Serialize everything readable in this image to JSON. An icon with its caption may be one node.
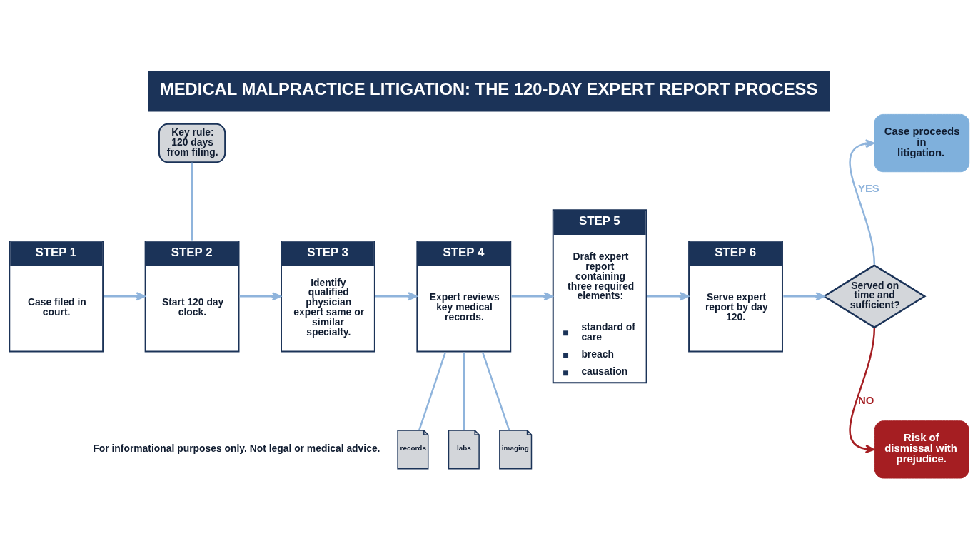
{
  "diagram": {
    "title": "MEDICAL MALPRACTICE LITIGATION: THE 120-DAY EXPERT REPORT PROCESS",
    "caption": "For informational purposes only. Not legal or medical advice.",
    "nodes": [
      {
        "text": [
          "Key rule:",
          "120 days from filing."
        ]
      },
      {
        "text": [
          "STEP 1",
          "Case filed in court."
        ]
      },
      {
        "text": [
          "STEP 2",
          "Start 120 day clock."
        ]
      },
      {
        "text": [
          "STEP 3",
          "Identify qualified physician expert same or similar specialty."
        ]
      },
      {
        "text": [
          "STEP 4",
          "Expert reviews key medical records."
        ]
      },
      {
        "text": [
          "records"
        ]
      },
      {
        "text": [
          "labs"
        ]
      },
      {
        "text": [
          "imaging"
        ]
      },
      {
        "text": [
          "STEP 5",
          "Draft expert report containing three required elements:",
          "standard of care",
          "breach",
          "causation"
        ]
      },
      {
        "text": [
          "STEP 6",
          "Serve expert report by day 120."
        ]
      },
      {
        "text": [
          "Served on time and sufficient?"
        ]
      },
      {
        "text": [
          "Case proceeds in litigation."
        ]
      },
      {
        "text": [
          "Risk of dismissal with prejudice."
        ]
      }
    ],
    "edges": [
      {
        "from": 0,
        "to": 2,
        "arrow": "none"
      },
      {
        "from": 1,
        "to": 2,
        "arrow": "to"
      },
      {
        "from": 2,
        "to": 3,
        "arrow": "to"
      },
      {
        "from": 3,
        "to": 4,
        "arrow": "to"
      },
      {
        "from": 4,
        "to": 5,
        "arrow": "none"
      },
      {
        "from": 4,
        "to": 6,
        "arrow": "none"
      },
      {
        "from": 4,
        "to": 7,
        "arrow": "none"
      },
      {
        "from": 4,
        "to": 8,
        "arrow": "to"
      },
      {
        "from": 8,
        "to": 9,
        "arrow": "to"
      },
      {
        "from": 9,
        "to": 10,
        "arrow": "to"
      },
      {
        "from": 10,
        "to": 11,
        "arrow": "to",
        "label": "YES"
      },
      {
        "from": 10,
        "to": 12,
        "arrow": "to",
        "label": "NO",
        "color": "#a51e22"
      }
    ]
  }
}
